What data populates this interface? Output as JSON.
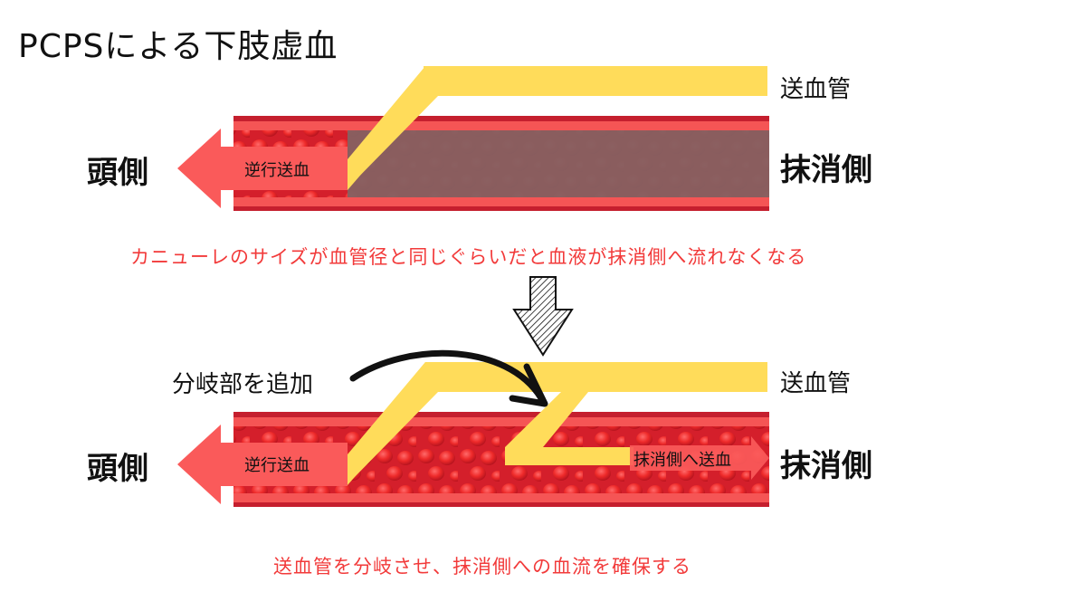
{
  "title": "PCPSによる下肢虚血",
  "colors": {
    "vessel_outer": "#c51f2e",
    "vessel_wall": "#f55555",
    "vessel_lumen": "#d61f2c",
    "blood_cell": "#ee2a2a",
    "occluded": "#866061",
    "cannula": "#ffdc5a",
    "flow_arrow": "#fa5a5a",
    "caption": "#f23a3a",
    "text": "#111111"
  },
  "top_panel": {
    "cannula_label": "送血管",
    "left_label": "頭側",
    "right_label": "抹消側",
    "flow_arrow_label": "逆行送血",
    "caption": "カニューレのサイズが血管径と同じぐらいだと血液が抹消側へ流れなくなる"
  },
  "transition": {
    "arrow_icon": "hatched-down-arrow"
  },
  "bottom_panel": {
    "annotation": "分岐部を追加",
    "cannula_label": "送血管",
    "left_label": "頭側",
    "right_label": "抹消側",
    "flow_arrow_label": "逆行送血",
    "branch_arrow_label": "抹消側へ送血",
    "caption": "送血管を分岐させ、抹消側への血流を確保する"
  }
}
